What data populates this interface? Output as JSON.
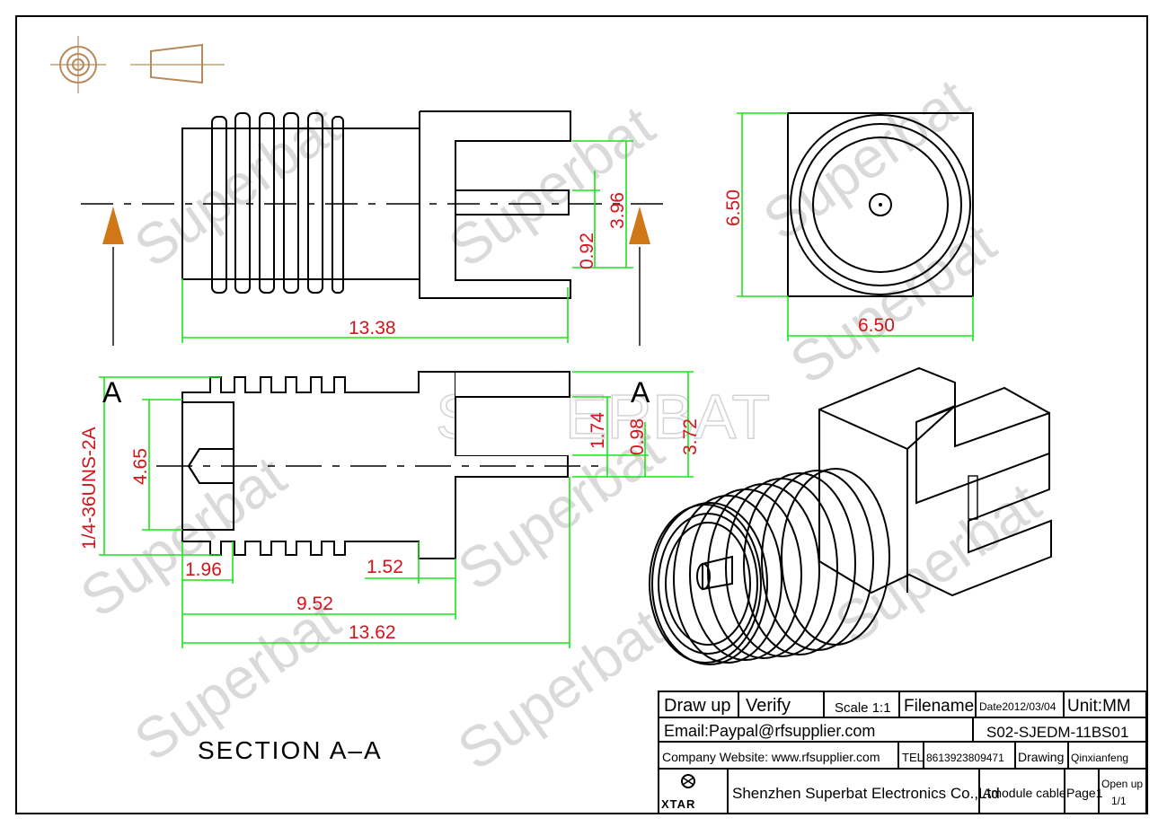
{
  "watermark": {
    "text": "Superbat",
    "center_text": "SUPERBAT"
  },
  "dimensions": {
    "top_length": "13.38",
    "pin_offset": "0.92",
    "body_height": "3.96",
    "square_height": "6.50",
    "square_width": "6.50",
    "thread_spec": "1/4-36UNS-2A",
    "inner_dia": "4.65",
    "pin_h": "1.74",
    "pin_d": "0.98",
    "flange_h": "3.72",
    "thread_len": "1.96",
    "step_len": "1.52",
    "mid_len": "9.52",
    "total_len": "13.62"
  },
  "section_markers": {
    "left": "A",
    "right": "A"
  },
  "section_label": "SECTION  A–A",
  "title_block": {
    "draw_up": "Draw up",
    "verify": "Verify",
    "scale": "Scale 1:1",
    "filename_label": "Filename",
    "date": "Date2012/03/04",
    "unit": "Unit:MM",
    "email": "Email:Paypal@rfsupplier.com",
    "part_no": "S02-SJEDM-11BS01",
    "website": "Company Website:  www.rfsupplier.com",
    "tel_label": "TEL",
    "tel": "8613923809471",
    "drawing_label": "Drawing",
    "drawer": "Qinxianfeng",
    "brand": "XTAR",
    "company": "Shenzhen Superbat Electronics Co.,Ltd",
    "product": "Amodule cable",
    "page": "Page1",
    "open_up": "Open up",
    "sheet": "1/1"
  }
}
